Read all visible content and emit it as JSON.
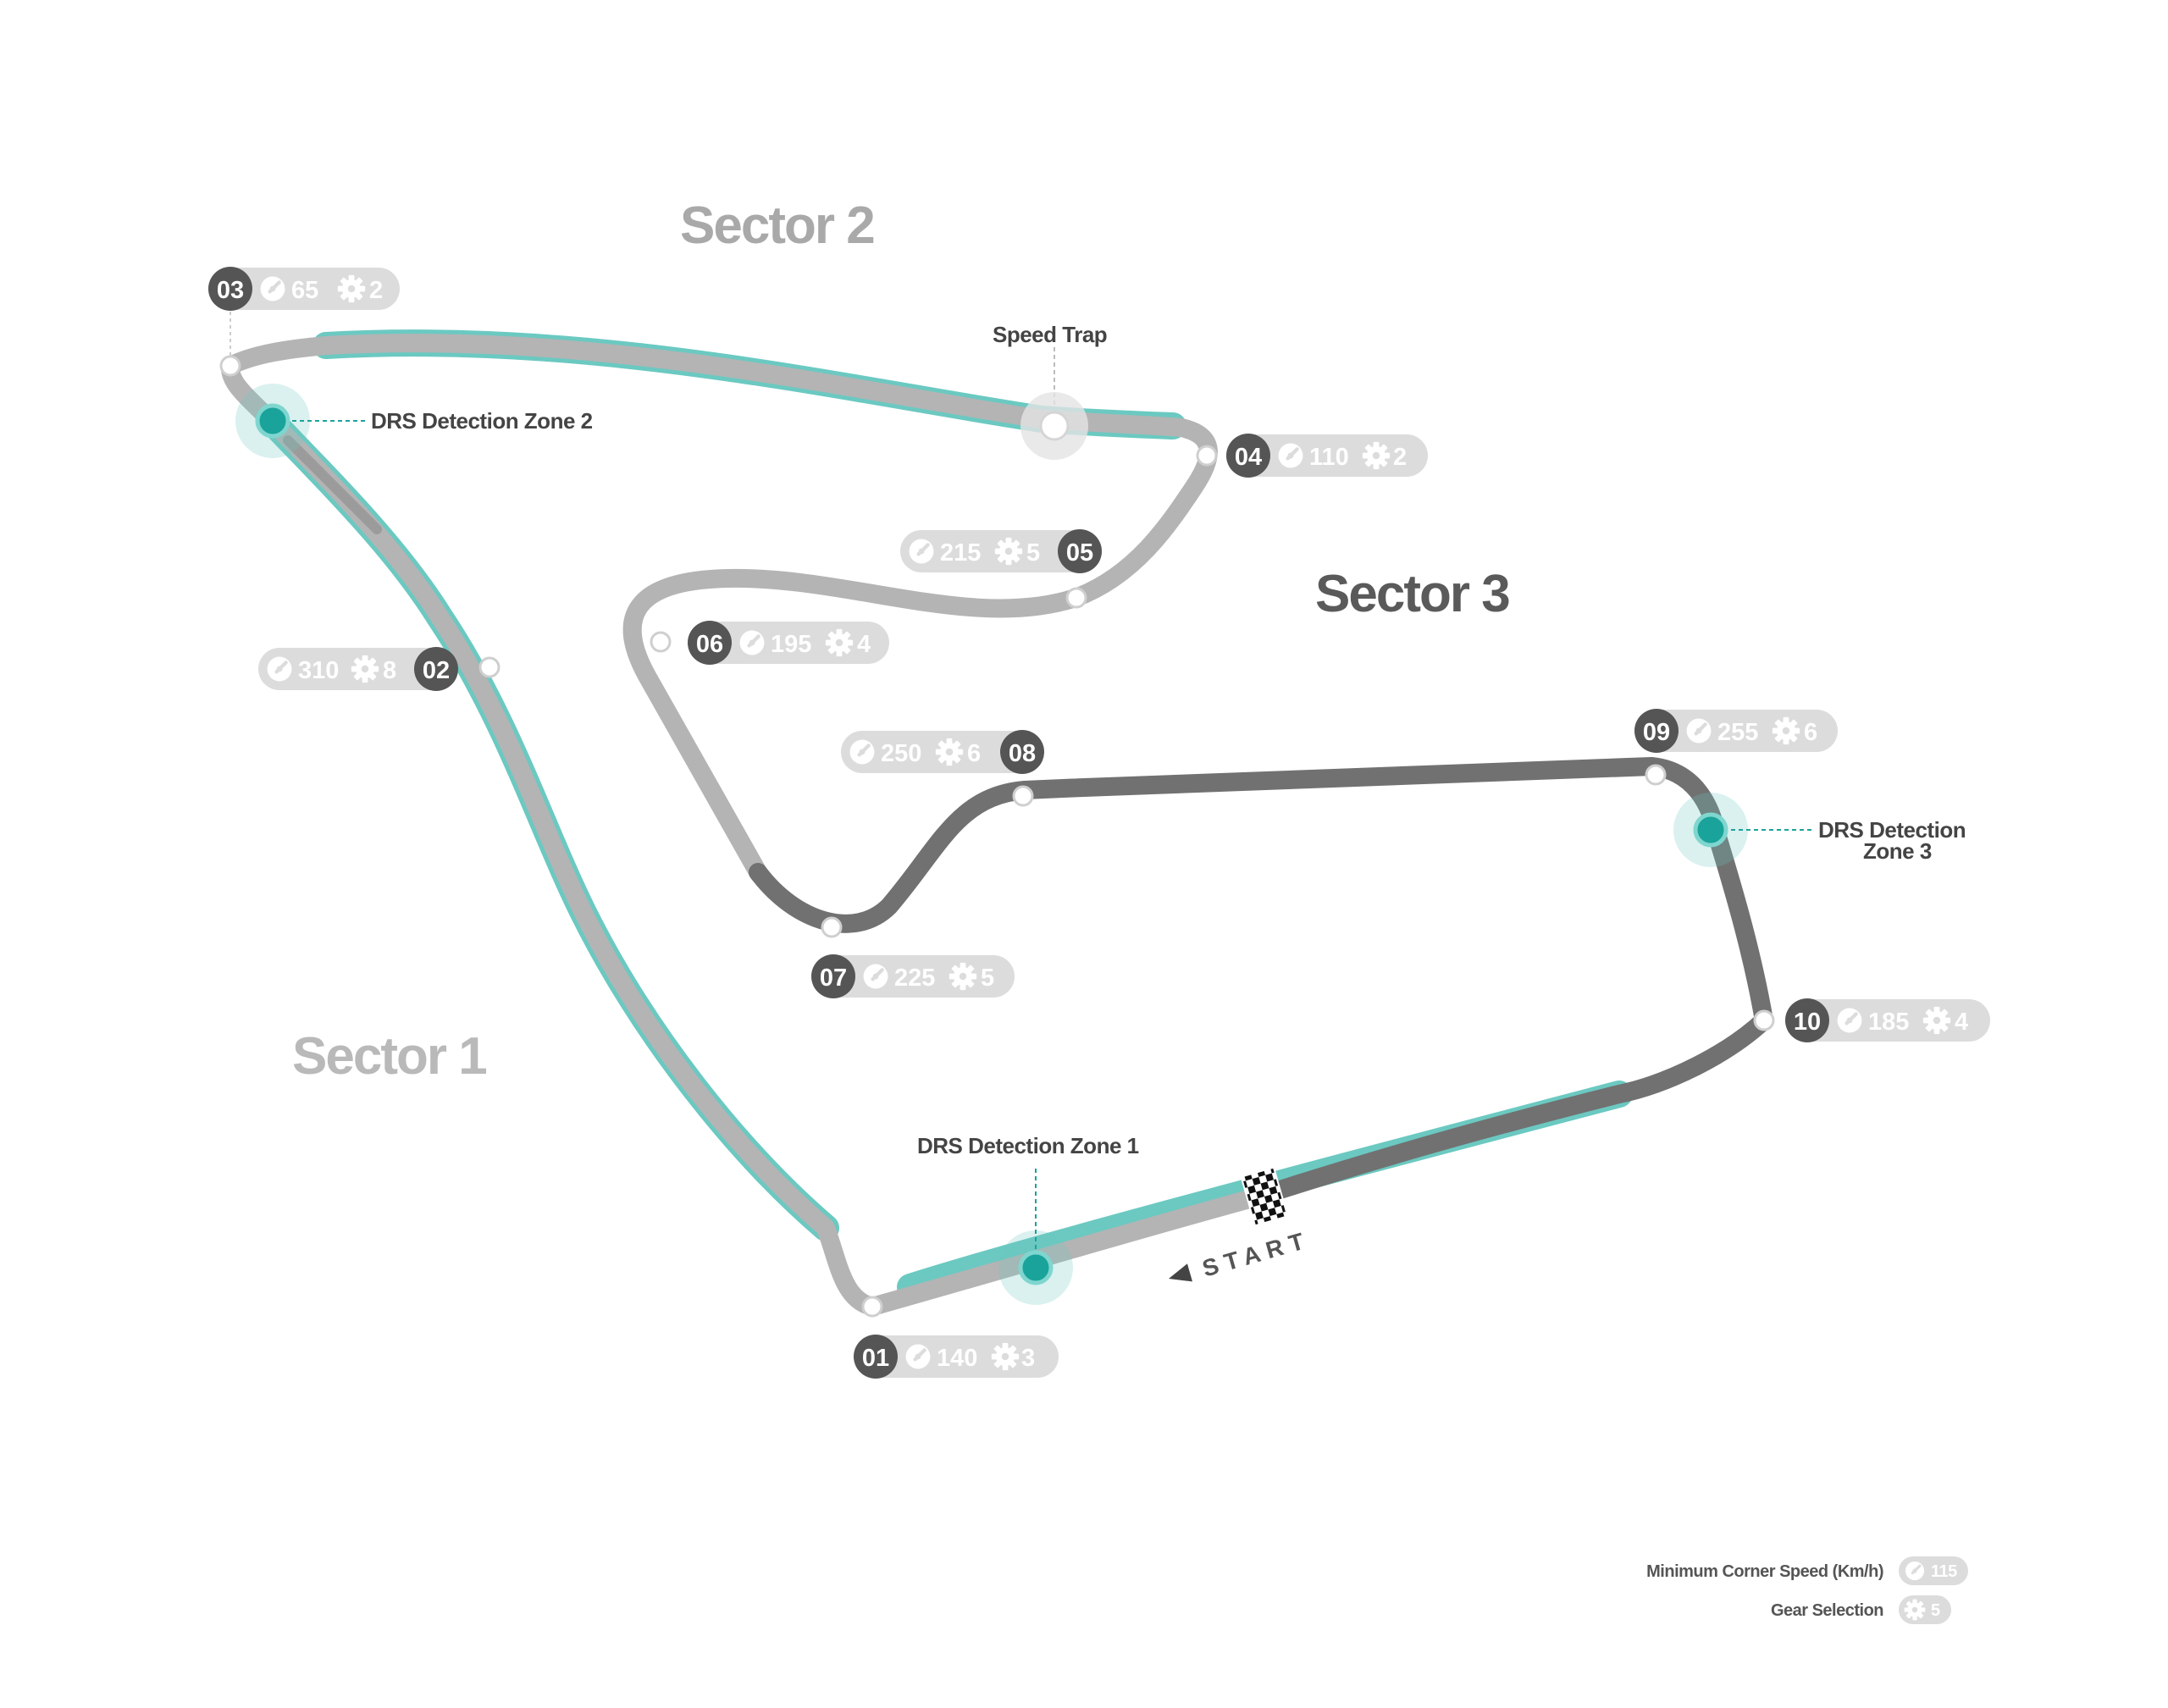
{
  "colors": {
    "track_light": "#b4b4b4",
    "track_dark": "#717171",
    "drs_teal": "#6bc9c1",
    "drs_teal_dark": "#1aa39a",
    "badge_bg": "#dcdcdc",
    "badge_text": "#ffffff",
    "number_bg": "#555555",
    "sector_1": "#b9b9b9",
    "sector_2": "#a9a9a9",
    "sector_3": "#5a5a5a"
  },
  "sectors": [
    {
      "id": "sector-1",
      "label": "Sector 1"
    },
    {
      "id": "sector-2",
      "label": "Sector 2"
    },
    {
      "id": "sector-3",
      "label": "Sector 3"
    }
  ],
  "annotations": {
    "speed_trap": "Speed Trap",
    "drs_zone_1": "DRS Detection Zone 1",
    "drs_zone_2": "DRS Detection Zone 2",
    "drs_zone_3_line1": "DRS Detection",
    "drs_zone_3_line2": "Zone 3",
    "start": "START"
  },
  "corners": [
    {
      "number": "01",
      "speed": "140",
      "gear": "3"
    },
    {
      "number": "02",
      "speed": "310",
      "gear": "8"
    },
    {
      "number": "03",
      "speed": "65",
      "gear": "2"
    },
    {
      "number": "04",
      "speed": "110",
      "gear": "2"
    },
    {
      "number": "05",
      "speed": "215",
      "gear": "5"
    },
    {
      "number": "06",
      "speed": "195",
      "gear": "4"
    },
    {
      "number": "07",
      "speed": "225",
      "gear": "5"
    },
    {
      "number": "08",
      "speed": "250",
      "gear": "6"
    },
    {
      "number": "09",
      "speed": "255",
      "gear": "6"
    },
    {
      "number": "10",
      "speed": "185",
      "gear": "4"
    }
  ],
  "legend": {
    "speed_label": "Minimum Corner Speed (Km/h)",
    "speed_example": "115",
    "gear_label": "Gear Selection",
    "gear_example": "5",
    "speed_icon": "speedometer-icon",
    "gear_icon": "gear-icon"
  }
}
